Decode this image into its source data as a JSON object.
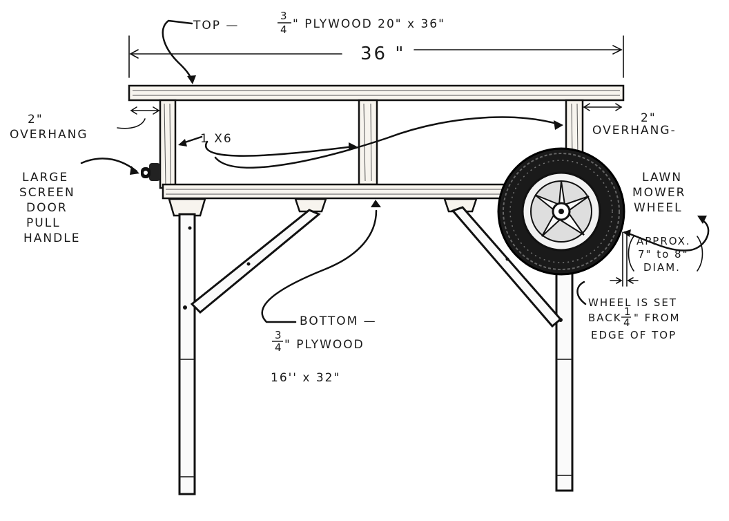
{
  "labels": {
    "top_prefix": "TOP —",
    "top_fraction_num": "3",
    "top_fraction_den": "4",
    "top_suffix": "\" PLYWOOD 20\" x 36\"",
    "width_dim": "36 \"",
    "overhang_left_value": "2\"",
    "overhang_left_word": "OVERHANG",
    "overhang_right_value": "2\"",
    "overhang_right_word": "OVERHANG-",
    "board": "1 X6",
    "handle_lines": [
      "LARGE",
      "SCREEN",
      "DOOR",
      "PULL",
      "HANDLE"
    ],
    "wheel_lines": [
      "LAWN",
      "MOWER",
      "WHEEL"
    ],
    "approx_lines": [
      "APPROX.",
      "7\" to 8\"",
      "DIAM."
    ],
    "setback_line1": "WHEEL IS SET",
    "setback_line2_prefix": "BACK",
    "setback_fraction_num": "1",
    "setback_fraction_den": "4",
    "setback_line2_suffix": "\" FROM",
    "setback_line3": "EDGE OF TOP",
    "bottom_title": "BOTTOM —",
    "bottom_fraction_num": "3",
    "bottom_fraction_den": "4",
    "bottom_material": "\" PLYWOOD",
    "bottom_size": "16'' x 32\""
  }
}
